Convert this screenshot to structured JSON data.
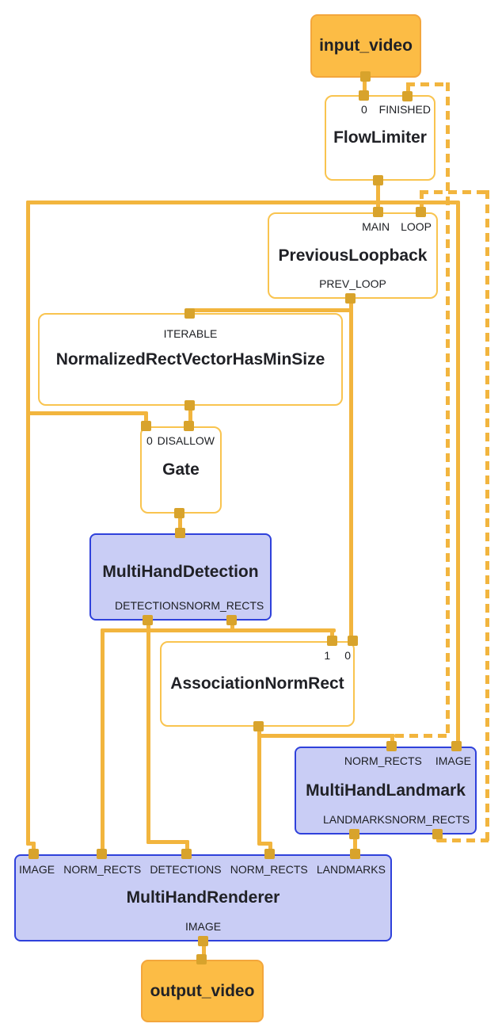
{
  "diagram": {
    "type": "dataflow-graph",
    "nodes": {
      "input_video": {
        "label": "input_video"
      },
      "flow_limiter": {
        "title": "FlowLimiter",
        "top_ports": [
          "0",
          "FINISHED"
        ]
      },
      "previous_loopback": {
        "title": "PreviousLoopback",
        "top_ports": [
          "MAIN",
          "LOOP"
        ],
        "bottom_ports": [
          "PREV_LOOP"
        ]
      },
      "min_size": {
        "title": "NormalizedRectVectorHasMinSize",
        "top_ports": [
          "ITERABLE"
        ]
      },
      "gate": {
        "title": "Gate",
        "top_ports": [
          "0",
          "DISALLOW"
        ]
      },
      "detection": {
        "title": "MultiHandDetection",
        "bottom_ports": [
          "DETECTIONS",
          "NORM_RECTS"
        ]
      },
      "association": {
        "title": "AssociationNormRect",
        "top_ports": [
          "1",
          "0"
        ]
      },
      "landmark": {
        "title": "MultiHandLandmark",
        "top_ports": [
          "NORM_RECTS",
          "IMAGE"
        ],
        "bottom_ports": [
          "LANDMARKS",
          "NORM_RECTS"
        ]
      },
      "renderer": {
        "title": "MultiHandRenderer",
        "top_ports": [
          "IMAGE",
          "NORM_RECTS",
          "DETECTIONS",
          "NORM_RECTS",
          "LANDMARKS"
        ],
        "bottom_ports": [
          "IMAGE"
        ]
      },
      "output_video": {
        "label": "output_video"
      }
    },
    "edges": [
      {
        "from": "input_video",
        "to": "flow_limiter.0",
        "style": "solid"
      },
      {
        "from": "flow_limiter",
        "to": "previous_loopback.MAIN",
        "style": "solid"
      },
      {
        "from": "flow_limiter",
        "to": "gate.0",
        "style": "solid"
      },
      {
        "from": "flow_limiter",
        "to": "renderer.IMAGE",
        "style": "solid"
      },
      {
        "from": "flow_limiter",
        "to": "landmark.IMAGE",
        "style": "solid"
      },
      {
        "from": "previous_loopback.PREV_LOOP",
        "to": "min_size.ITERABLE",
        "style": "solid"
      },
      {
        "from": "previous_loopback.PREV_LOOP",
        "to": "association.0",
        "style": "solid"
      },
      {
        "from": "min_size",
        "to": "gate.DISALLOW",
        "style": "solid"
      },
      {
        "from": "gate",
        "to": "detection",
        "style": "solid"
      },
      {
        "from": "detection.DETECTIONS",
        "to": "renderer.DETECTIONS",
        "style": "solid"
      },
      {
        "from": "detection.NORM_RECTS",
        "to": "association.1",
        "style": "solid"
      },
      {
        "from": "detection.NORM_RECTS",
        "to": "renderer.NORM_RECTS",
        "style": "solid"
      },
      {
        "from": "association",
        "to": "landmark.NORM_RECTS",
        "style": "solid"
      },
      {
        "from": "association",
        "to": "renderer.NORM_RECTS",
        "style": "solid"
      },
      {
        "from": "association",
        "to": "flow_limiter.FINISHED",
        "style": "dashed"
      },
      {
        "from": "landmark.LANDMARKS",
        "to": "renderer.LANDMARKS",
        "style": "solid"
      },
      {
        "from": "landmark.NORM_RECTS",
        "to": "previous_loopback.LOOP",
        "style": "dashed"
      },
      {
        "from": "renderer.IMAGE",
        "to": "output_video",
        "style": "solid"
      }
    ],
    "colors": {
      "edge": "#F2B53E",
      "port_marker": "#D8A32C",
      "calculator_border": "#F9C44F",
      "calculator_fill": "#FFFFFF",
      "stream_fill": "#FCBC45",
      "stream_border": "#F3A63C",
      "subgraph_fill": "#C9CDF5",
      "subgraph_border": "#2F41DB",
      "text": "#202126"
    }
  }
}
